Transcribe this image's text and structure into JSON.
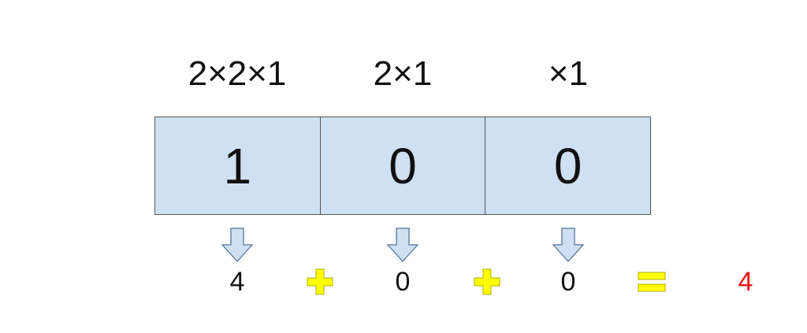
{
  "weights": [
    "2×2×1",
    "2×1",
    "×1"
  ],
  "digits": [
    "1",
    "0",
    "0"
  ],
  "terms": [
    "4",
    "0",
    "0"
  ],
  "result": "4",
  "colors": {
    "cell_fill": "#cfe0f2",
    "arrow_fill": "#cfe0f2",
    "operator_fill": "#ffff00",
    "result_text": "#ee1111"
  },
  "icons": {
    "arrow": "down-arrow-icon",
    "plus": "plus-icon",
    "equals": "equals-icon"
  }
}
